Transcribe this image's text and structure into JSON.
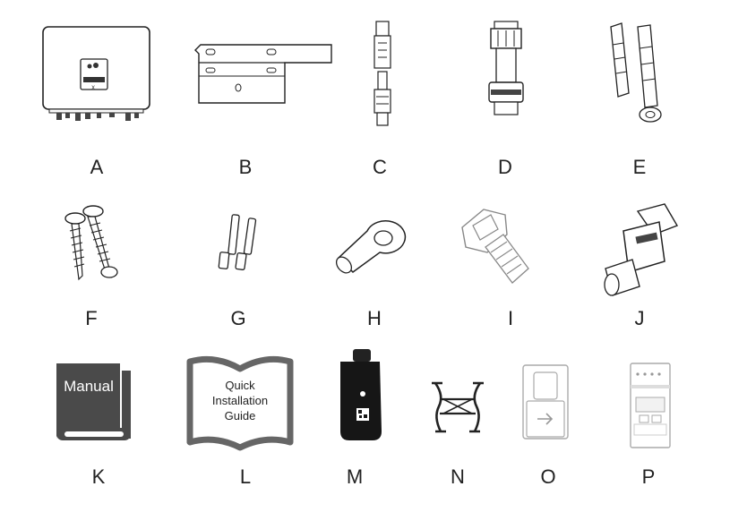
{
  "items": [
    {
      "letter": "A"
    },
    {
      "letter": "B"
    },
    {
      "letter": "C"
    },
    {
      "letter": "D"
    },
    {
      "letter": "E"
    },
    {
      "letter": "F"
    },
    {
      "letter": "G"
    },
    {
      "letter": "H"
    },
    {
      "letter": "I"
    },
    {
      "letter": "J"
    },
    {
      "letter": "K"
    },
    {
      "letter": "L"
    },
    {
      "letter": "M"
    },
    {
      "letter": "N"
    },
    {
      "letter": "O"
    },
    {
      "letter": "P"
    }
  ],
  "manual": {
    "text": "Manual"
  },
  "guide": {
    "line1": "Quick",
    "line2": "Installation",
    "line3": "Guide"
  },
  "icons": {
    "A": "inverter-icon",
    "B": "mounting-bracket-icon",
    "C": "dc-connector-icon",
    "D": "ac-connector-icon",
    "E": "expansion-bolt-icon",
    "F": "screw-icon",
    "G": "dc-pin-contact-icon",
    "H": "ring-terminal-icon",
    "I": "ground-screw-icon",
    "J": "communication-connector-icon",
    "K": "manual-book-icon",
    "L": "quick-guide-icon",
    "M": "wifi-dongle-icon",
    "N": "spring-clip-icon",
    "O": "current-transformer-icon",
    "P": "smart-meter-icon"
  }
}
